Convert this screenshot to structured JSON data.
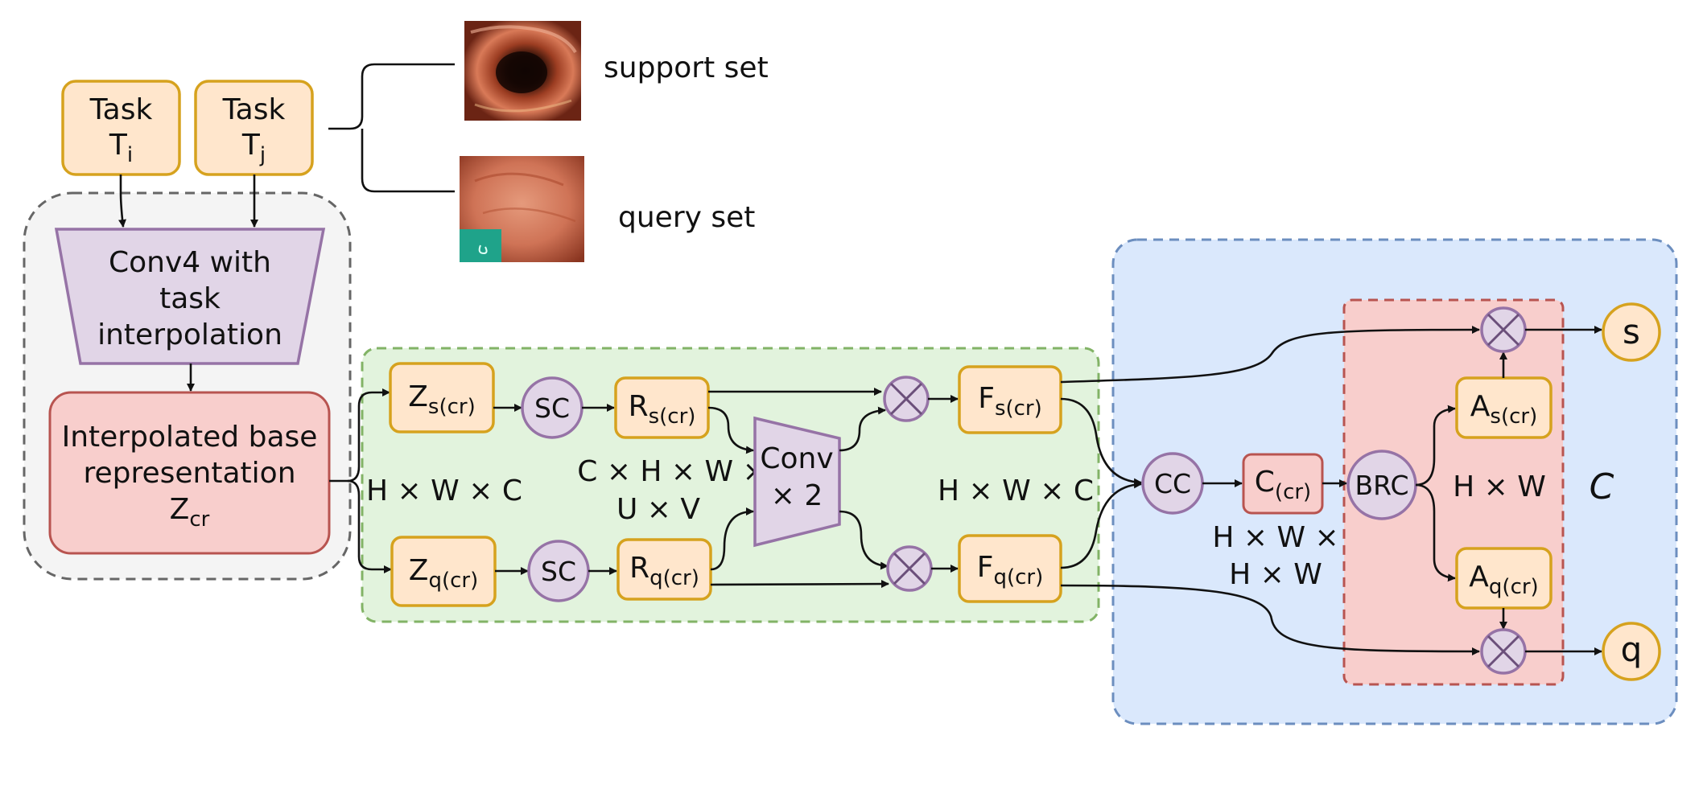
{
  "colors": {
    "task_fill": "#ffe6cc",
    "task_stroke": "#d6a21e",
    "purple_fill": "#e1d5e7",
    "purple_stroke": "#9673a6",
    "red_fill": "#f8cecc",
    "red_stroke": "#b85450",
    "green_fill": "#e2f3dd",
    "green_stroke": "#82b366",
    "blue_fill": "#dae8fc",
    "blue_stroke": "#6c8ebf",
    "gray_fill": "#f4f4f4",
    "gray_stroke": "#666666"
  },
  "tasks": {
    "ti": {
      "line1": "Task",
      "base": "T",
      "sub": "i"
    },
    "tj": {
      "line1": "Task",
      "base": "T",
      "sub": "j"
    }
  },
  "sets": {
    "support_label": "support set",
    "query_label": "query set"
  },
  "conv4": {
    "line1": "Conv4 with",
    "line2": "task",
    "line3": "interpolation"
  },
  "ibr": {
    "line1": "Interpolated base",
    "line2": "representation",
    "base": "Z",
    "sub": "cr"
  },
  "nodes": {
    "zs": {
      "base": "Z",
      "sub": "s(cr)"
    },
    "zq": {
      "base": "Z",
      "sub": "q(cr)"
    },
    "sc_s": "SC",
    "sc_q": "SC",
    "rs": {
      "base": "R",
      "sub": "s(cr)"
    },
    "rq": {
      "base": "R",
      "sub": "q(cr)"
    },
    "conv2": {
      "line1": "Conv",
      "line2": "× 2"
    },
    "fs": {
      "base": "F",
      "sub": "s(cr)"
    },
    "fq": {
      "base": "F",
      "sub": "q(cr)"
    },
    "cc": "CC",
    "ccr": {
      "base": "C",
      "sub": "(cr)"
    },
    "brc": "BRC",
    "as": {
      "base": "A",
      "sub": "s(cr)"
    },
    "aq": {
      "base": "A",
      "sub": "q(cr)"
    },
    "out_s": "s",
    "out_q": "q"
  },
  "dims": {
    "hwc_left": "H × W × C",
    "chw_line1": "C × H × W ×",
    "chw_line2": "U × V",
    "hwc_right": "H × W × C",
    "hwhw_line1": "H × W ×",
    "hwhw_line2": "H × W",
    "hw": "H × W",
    "c": "C"
  }
}
